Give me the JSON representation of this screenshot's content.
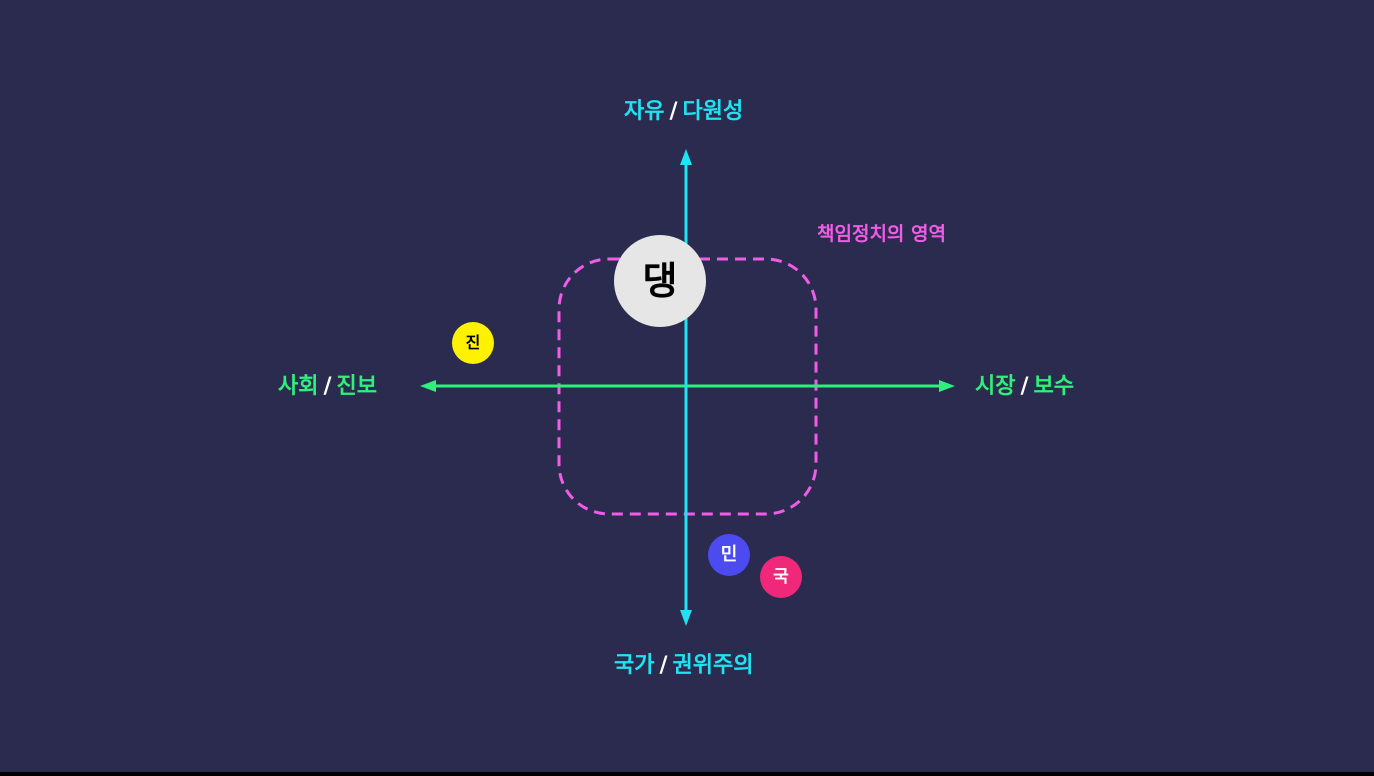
{
  "labels": {
    "top": {
      "left": "자유",
      "sep": "/",
      "right": "다원성"
    },
    "bottom": {
      "left": "국가",
      "sep": "/",
      "right": "권위주의"
    },
    "left": {
      "left": "사회",
      "sep": "/",
      "right": "진보"
    },
    "right": {
      "left": "시장",
      "sep": "/",
      "right": "보수"
    }
  },
  "zone": {
    "label": "책임정치의 영역"
  },
  "badges": {
    "daeng": {
      "text": "댕"
    },
    "jin": {
      "text": "진"
    },
    "min": {
      "text": "민"
    },
    "guk": {
      "text": "국"
    }
  },
  "colors": {
    "background": "#2b2b4f",
    "vertical_axis": "#1fe3f0",
    "horizontal_axis": "#2ef07a",
    "zone_border": "#f05ce6",
    "daeng_badge": "#e6e6e6",
    "jin_badge": "#fff200",
    "min_badge": "#4b4bf0",
    "guk_badge": "#f0287a"
  }
}
